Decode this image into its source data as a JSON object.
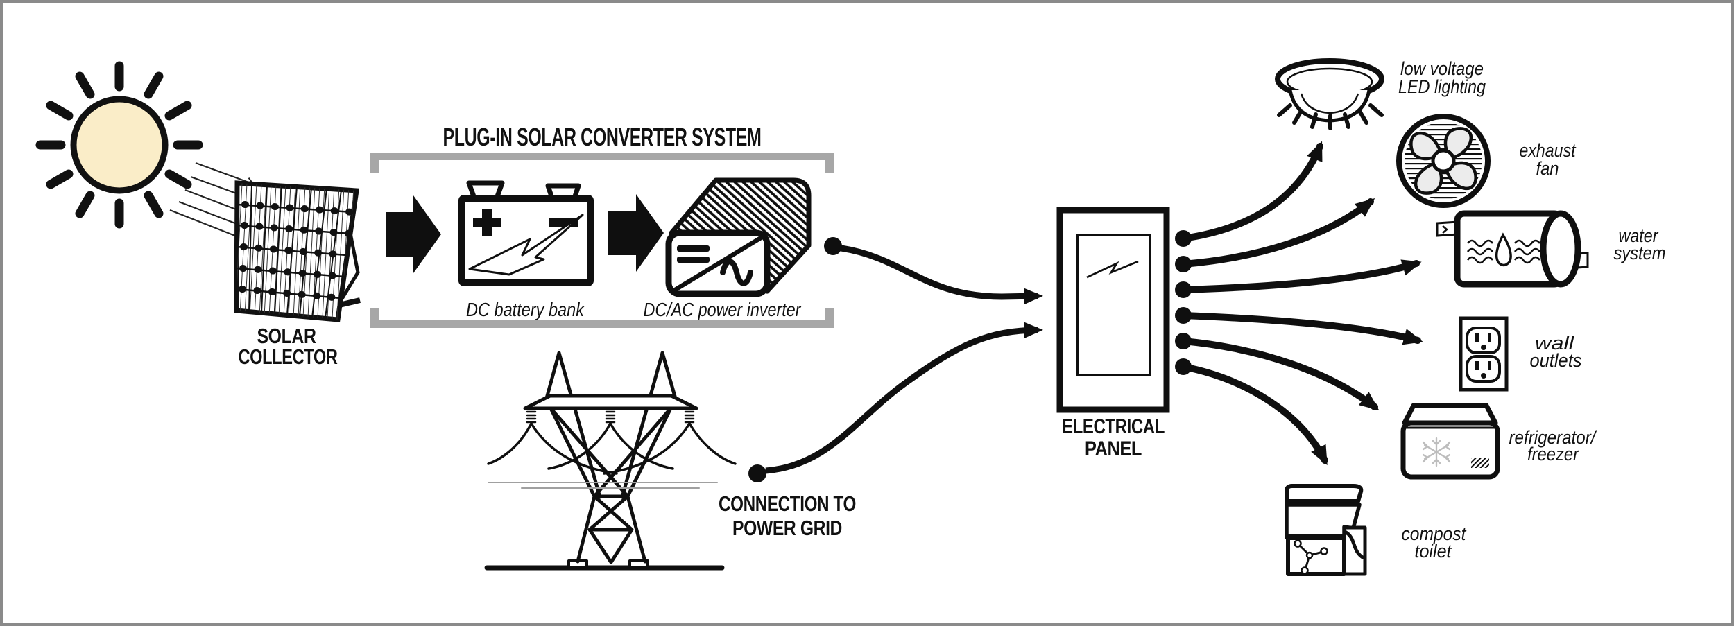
{
  "colors": {
    "sun_fill": "#FAEDC8",
    "line_black": "#0f0f0f",
    "bracket_gray": "#A7A7A7",
    "frame_border_gray": "#8a8a8a",
    "fan_blade_fill": "#ECECEC",
    "snowflake_gray": "#BDBDBD"
  },
  "source": {
    "collector_label": [
      "SOLAR",
      "COLLECTOR"
    ]
  },
  "converter": {
    "title": "PLUG-IN SOLAR CONVERTER SYSTEM",
    "battery_label": "DC battery bank",
    "inverter_label": "DC/AC power inverter"
  },
  "grid": {
    "label": [
      "CONNECTION TO",
      "POWER GRID"
    ]
  },
  "panel": {
    "label": [
      "ELECTRICAL",
      "PANEL"
    ]
  },
  "loads": [
    {
      "id": "led-lighting",
      "label": [
        "low voltage",
        "LED lighting"
      ]
    },
    {
      "id": "exhaust-fan",
      "label": [
        "exhaust",
        "fan"
      ]
    },
    {
      "id": "water-system",
      "label": [
        "water",
        "system"
      ]
    },
    {
      "id": "wall-outlets",
      "label": [
        "wall",
        "outlets"
      ]
    },
    {
      "id": "refrigerator-freezer",
      "label": [
        "refrigerator/",
        "freezer"
      ]
    },
    {
      "id": "compost-toilet",
      "label": [
        "compost",
        "toilet"
      ]
    }
  ],
  "icons": [
    "sun-icon",
    "solar-panel-icon",
    "sunray-arrows-icon",
    "battery-icon",
    "inverter-icon",
    "power-tower-icon",
    "electrical-panel-icon",
    "led-light-icon",
    "exhaust-fan-icon",
    "water-tank-icon",
    "wall-outlet-icon",
    "refrigerator-icon",
    "compost-toilet-icon"
  ]
}
